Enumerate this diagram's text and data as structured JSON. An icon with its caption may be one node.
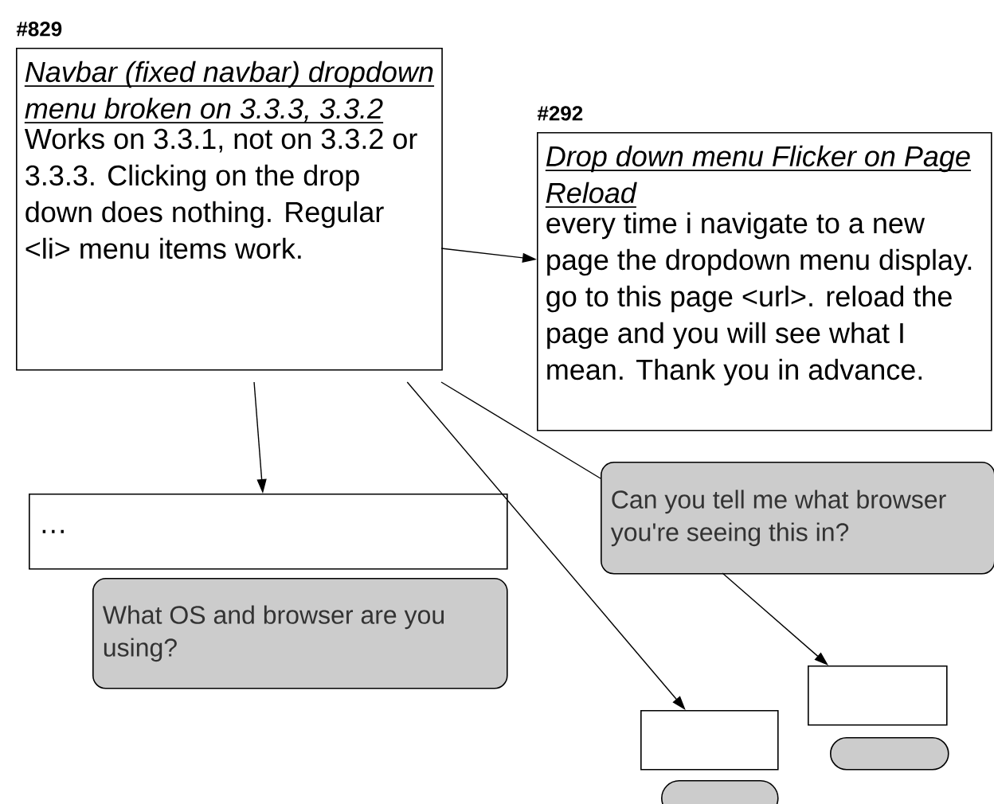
{
  "diagram": {
    "nodes": [
      {
        "text": [
          "#829",
          "Navbar (fixed navbar) dropdown menu broken on 3.3.3, 3.3.2",
          "Works on 3.3.1, not on 3.3.2 or 3.3.3. Clicking on the drop down does nothing. Regular <li> menu items work."
        ]
      },
      {
        "text": [
          "#292",
          "Drop down menu Flicker on Page Reload",
          "every time i navigate to a new page the dropdown menu display. go to this page <url>. reload the page and you will see what I mean. Thank you in advance."
        ]
      },
      {
        "text": [
          "…"
        ]
      },
      {
        "text": [
          "What OS and browser are you using?"
        ]
      },
      {
        "text": [
          "Can you tell me what browser you're seeing this in?"
        ]
      },
      {
        "text": [],
        "shape": "box"
      },
      {
        "text": [],
        "shape": "pill"
      },
      {
        "text": [],
        "shape": "box"
      },
      {
        "text": [],
        "shape": "pill"
      }
    ],
    "edges": [
      {
        "from": 0,
        "to": 1,
        "arrow": "to"
      },
      {
        "from": 0,
        "to": 2,
        "arrow": "to"
      },
      {
        "from": 0,
        "to": 5,
        "arrow": "to"
      },
      {
        "from": 0,
        "to": 4,
        "arrow": "none"
      },
      {
        "from": 4,
        "to": 7,
        "arrow": "to"
      }
    ]
  }
}
